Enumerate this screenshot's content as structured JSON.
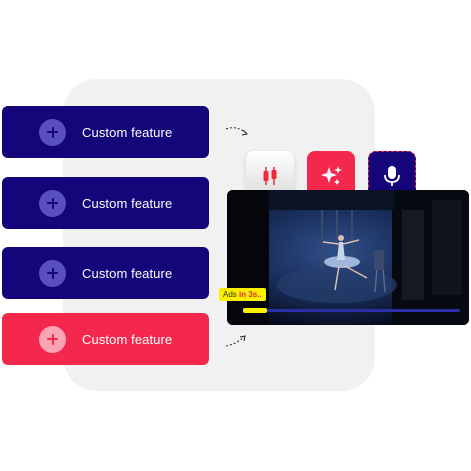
{
  "features": [
    {
      "label": "Custom feature",
      "variant": "primary"
    },
    {
      "label": "Custom feature",
      "variant": "primary"
    },
    {
      "label": "Custom feature",
      "variant": "primary"
    },
    {
      "label": "Custom feature",
      "variant": "accent"
    }
  ],
  "toolbar": {
    "icons": [
      "candlestick-chart-icon",
      "sparkles-icon",
      "microphone-icon"
    ]
  },
  "player": {
    "ads_prefix": "Ads ",
    "ads_countdown": "in 3s..",
    "progress_fraction": 0.11
  },
  "colors": {
    "primary": "#14057a",
    "accent": "#f4284c",
    "highlight": "#f8f000",
    "panel": "#f1f1f1"
  }
}
